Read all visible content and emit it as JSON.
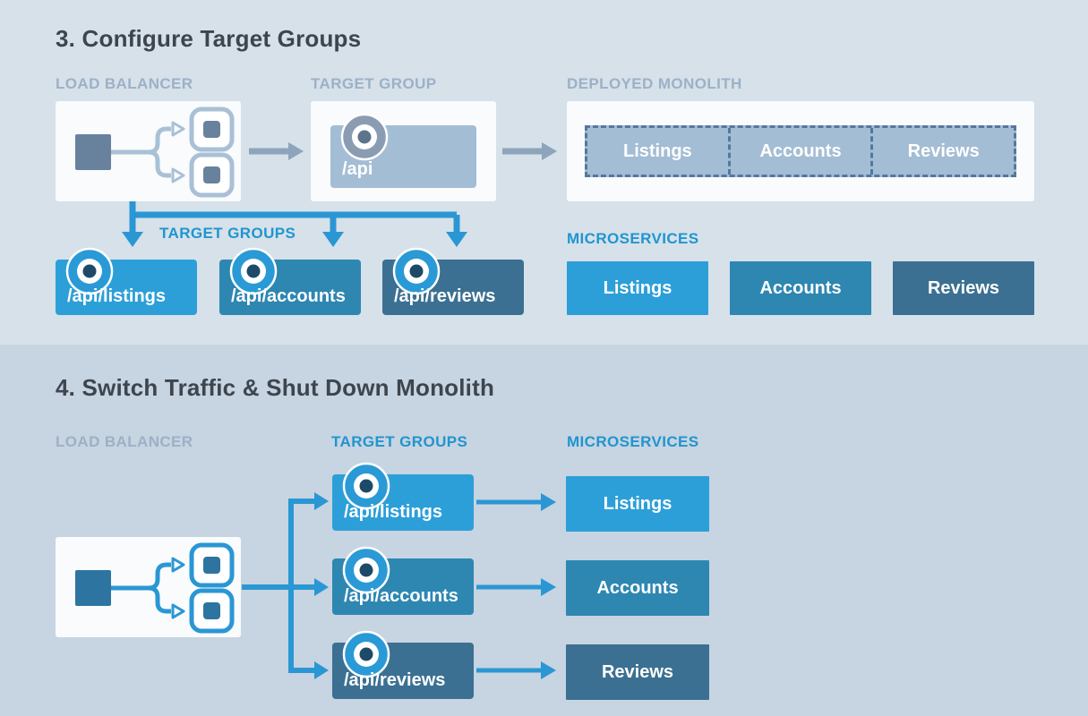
{
  "colors": {
    "bg_top": "#d6e1ea",
    "bg_bottom": "#c7d4e1",
    "heading_text": "#3d454e",
    "muted_label": "#9cb1c6",
    "accent_blue": "#2095cf",
    "bright_blue": "#2d9fd8",
    "medium_blue": "#2d87b1",
    "dark_blue": "#3b7092",
    "slate_fill": "#a3bdd4",
    "slate_icon": "#68829e",
    "card_white": "#f9fbfc",
    "arrow_gray": "#8da5bb",
    "dashed_border": "#54779f"
  },
  "section3": {
    "title": "3. Configure Target Groups",
    "labels": {
      "load_balancer": "LOAD BALANCER",
      "target_group": "TARGET GROUP",
      "deployed_monolith": "DEPLOYED MONOLITH",
      "target_groups": "TARGET GROUPS",
      "microservices": "MICROSERVICES"
    },
    "api_box": "/api",
    "monolith_cells": [
      "Listings",
      "Accounts",
      "Reviews"
    ],
    "target_group_boxes": [
      "/api/listings",
      "/api/accounts",
      "/api/reviews"
    ],
    "microservice_boxes": [
      "Listings",
      "Accounts",
      "Reviews"
    ]
  },
  "section4": {
    "title": "4. Switch Traffic & Shut Down Monolith",
    "labels": {
      "load_balancer": "LOAD BALANCER",
      "target_groups": "TARGET GROUPS",
      "microservices": "MICROSERVICES"
    },
    "target_group_boxes": [
      "/api/listings",
      "/api/accounts",
      "/api/reviews"
    ],
    "microservice_boxes": [
      "Listings",
      "Accounts",
      "Reviews"
    ]
  }
}
